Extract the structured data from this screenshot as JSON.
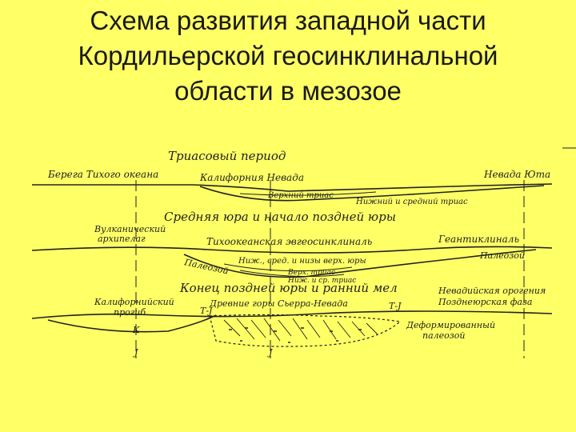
{
  "title_lines": [
    "Схема развития западной части",
    "Кордильерской геосинклинальной",
    "области в мезозое"
  ],
  "colors": {
    "background": "#FFFF66",
    "ink": "#222222"
  },
  "diagram": {
    "triassic": {
      "heading": "Триасовый период",
      "coast": "Берега Тихого океана",
      "sierra": "Калифорния Невада",
      "nevada_utah": "Невада Юта",
      "upper_triassic": "Верхний триас",
      "lower_middle_triassic": "Нижний и средний триас"
    },
    "jurassic": {
      "heading": "Средняя юра и начало поздней юры",
      "archipelago_1": "Вулканический",
      "archipelago_2": "архипелаг",
      "pacific_geosyncline": "Тихоокеанская эвгеосинклиналь",
      "geanticline": "Геантиклиналь",
      "paleozoic_left": "Палеозой",
      "paleozoic_right": "Палеозой",
      "strata_1": "Ниж., сред. и низы верх. юры",
      "strata_2": "Верх. триас",
      "strata_3": "Ниж. и ср. триас"
    },
    "cretaceous": {
      "heading": "Конец поздней юры и ранний мел",
      "trough_1": "Калифорнийский",
      "trough_2": "прогиб",
      "sierra_roots": "Древние горы Сьерра-Невада",
      "orogeny_1": "Невадийская орогения",
      "orogeny_2": "Позднеюрская фаза",
      "tj_left": "Т-J",
      "tj_right": "Т-J",
      "k_label": "К",
      "j_label": "J",
      "j_label_2": "J",
      "deformed_1": "Деформированный",
      "deformed_2": "палеозой"
    }
  }
}
